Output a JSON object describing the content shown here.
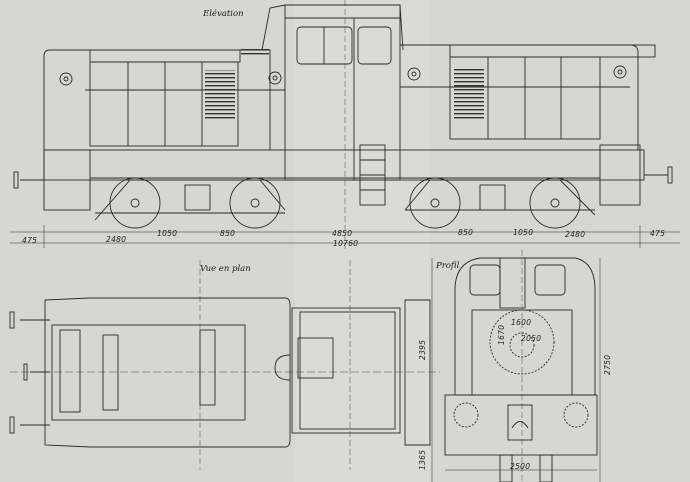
{
  "drawing": {
    "views": {
      "elevation": {
        "label": "Elévation"
      },
      "plan": {
        "label": "Vue en plan"
      },
      "profile": {
        "label": "Profil"
      }
    },
    "dimensions": {
      "elevation_bottom": [
        "475",
        "2480",
        "1050",
        "850",
        "4850",
        "850",
        "1050",
        "2480",
        "475"
      ],
      "overall_length": "10760",
      "profile": {
        "height_total": "2750",
        "height_body": "2395",
        "height_frame": "1365",
        "width": "2500",
        "wheel_diameter_outer": "1600",
        "wheel_diameter_inner": "2050",
        "height_inner": "1670"
      }
    },
    "colors": {
      "paper": "#d6d7d2",
      "ink": "#2a2a2a"
    }
  }
}
